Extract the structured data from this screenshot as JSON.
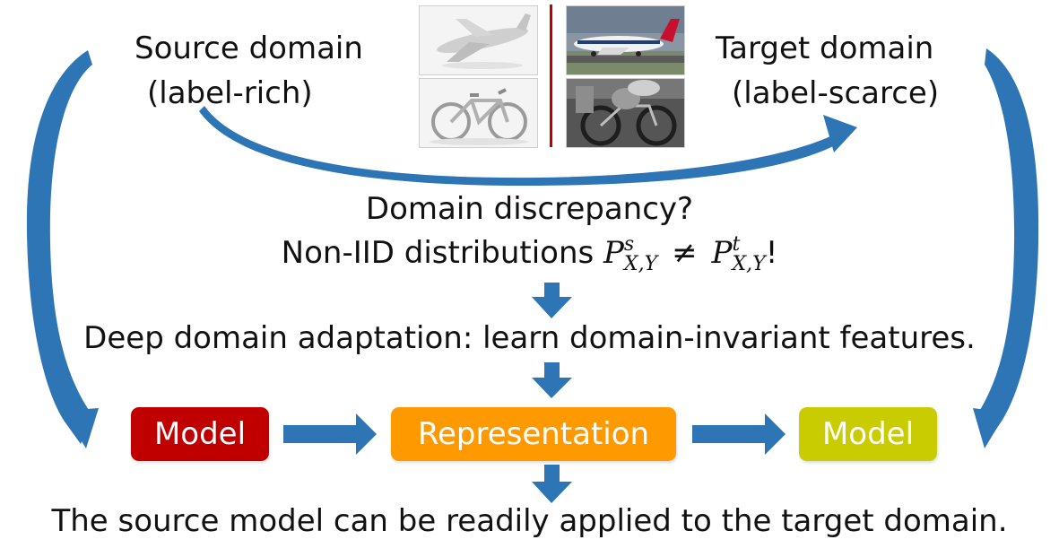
{
  "source": {
    "title": "Source domain",
    "subtitle": "(label-rich)"
  },
  "target": {
    "title": "Target domain",
    "subtitle": "(label-scarce)"
  },
  "question": "Domain discrepancy?",
  "noniid": {
    "prefix": "Non-IID distributions ",
    "lhs_symbol": "P",
    "lhs_sup": "s",
    "lhs_sub": "X,Y",
    "neq": "≠",
    "rhs_symbol": "P",
    "rhs_sup": "t",
    "rhs_sub": "X,Y",
    "suffix": "!"
  },
  "adaptation": "Deep domain adaptation: learn domain-invariant features.",
  "boxes": {
    "source_model": "Model",
    "representation": "Representation",
    "target_model": "Model"
  },
  "conclusion": "The source model can be readily applied to the target domain.",
  "colors": {
    "arrow": "#2e75b6",
    "source_model": "#c00000",
    "representation": "#ff9900",
    "target_model": "#c9cc00",
    "divider": "#c00000"
  },
  "icons": {
    "source_top": "airplane-render-icon",
    "source_bottom": "bicycle-render-icon",
    "target_top": "airplane-photo-icon",
    "target_bottom": "bicycle-photo-icon"
  }
}
